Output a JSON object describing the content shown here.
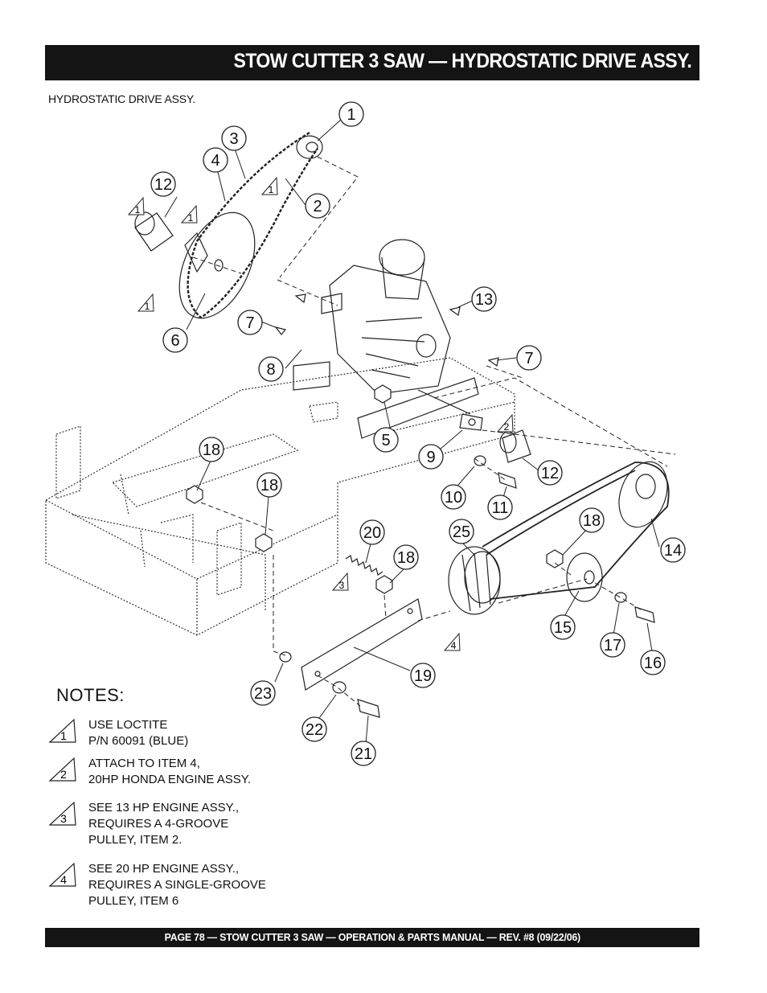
{
  "header": {
    "title": "STOW CUTTER 3 SAW — HYDROSTATIC DRIVE ASSY."
  },
  "subtitle": "HYDROSTATIC DRIVE ASSY.",
  "callouts": [
    "1",
    "2",
    "3",
    "4",
    "5",
    "6",
    "7",
    "7",
    "8",
    "9",
    "10",
    "11",
    "12",
    "12",
    "13",
    "14",
    "15",
    "16",
    "17",
    "18",
    "18",
    "18",
    "18",
    "19",
    "20",
    "21",
    "22",
    "23",
    "25"
  ],
  "note_markers": [
    "1",
    "1",
    "1",
    "1",
    "2",
    "3",
    "4"
  ],
  "notes": {
    "heading": "NOTES:",
    "items": [
      {
        "num": "1",
        "text": "USE LOCTITE\nP/N 60091 (BLUE)"
      },
      {
        "num": "2",
        "text": "ATTACH TO ITEM 4,\n20HP HONDA ENGINE ASSY."
      },
      {
        "num": "3",
        "text": "SEE 13 HP ENGINE ASSY.,\nREQUIRES A 4-GROOVE\nPULLEY, ITEM 2."
      },
      {
        "num": "4",
        "text": "SEE 20 HP ENGINE ASSY.,\nREQUIRES A SINGLE-GROOVE\nPULLEY, ITEM 6"
      }
    ]
  },
  "footer": {
    "text": "PAGE 78 — STOW CUTTER 3 SAW — OPERATION & PARTS MANUAL — REV. #8 (09/22/06)"
  }
}
